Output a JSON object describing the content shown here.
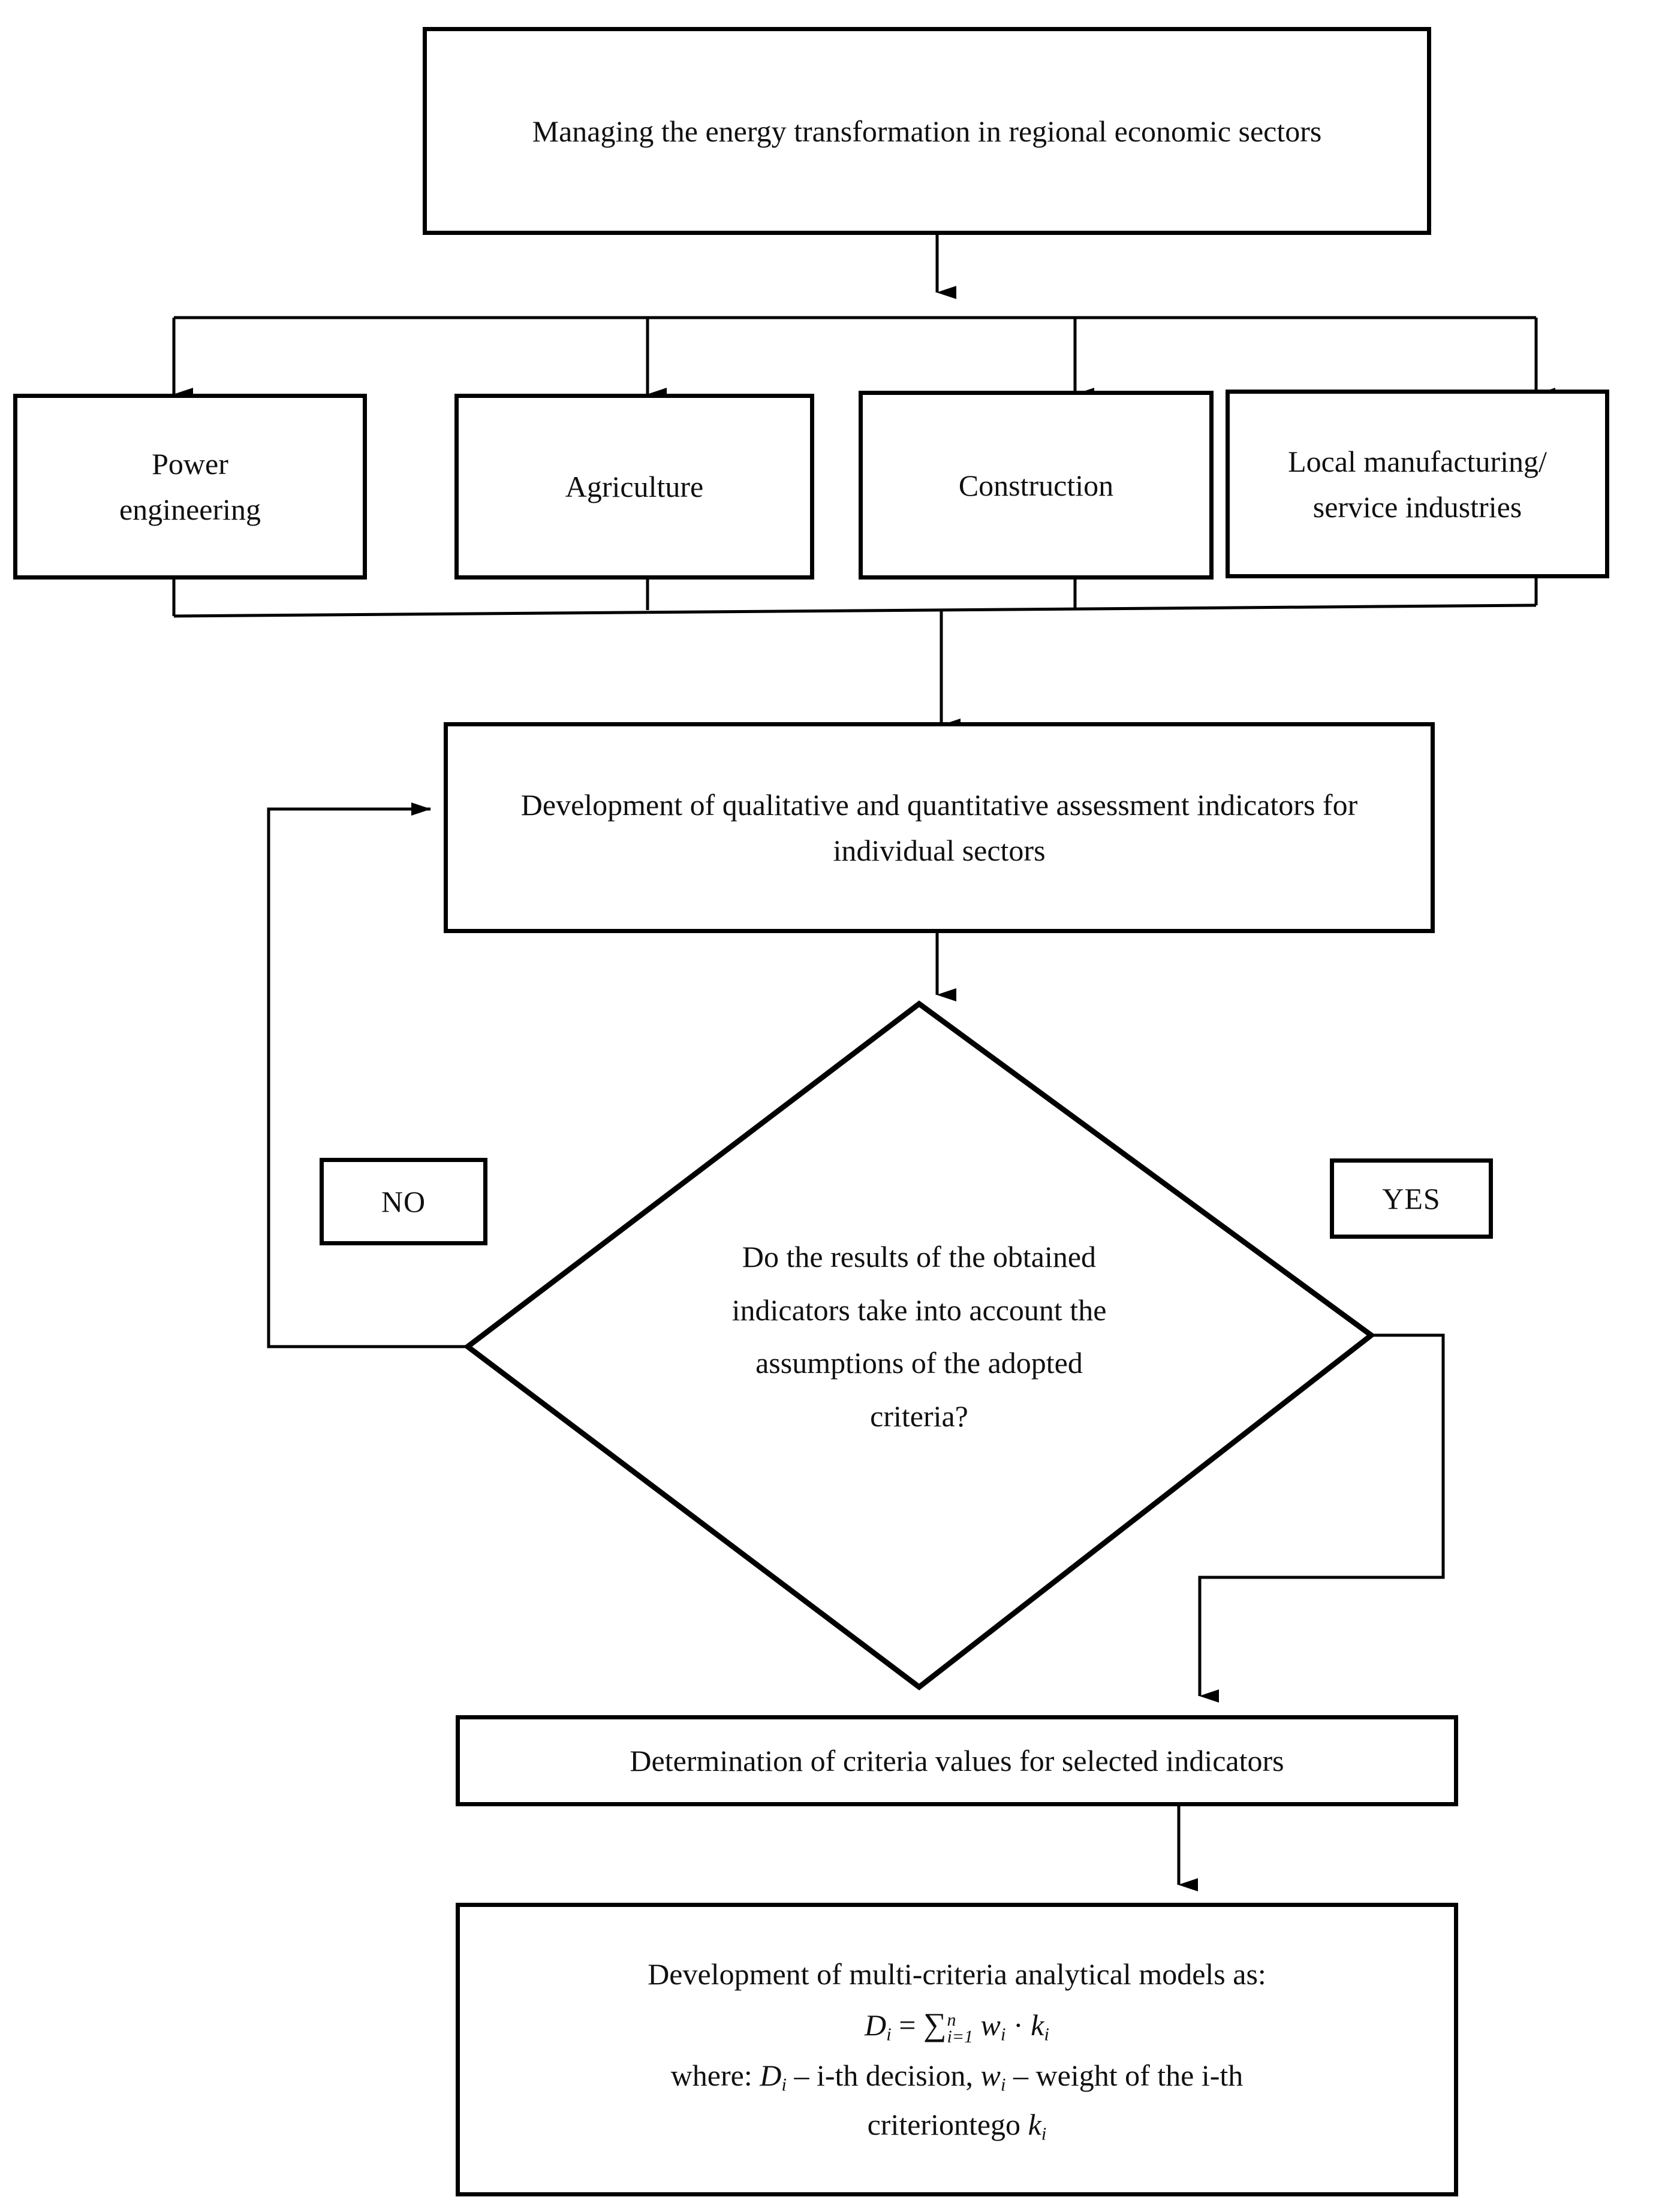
{
  "diagram": {
    "type": "flowchart",
    "title_node": {
      "id": "root",
      "text": "Managing the energy transformation in regional economic sectors"
    },
    "sector_nodes": [
      {
        "id": "power",
        "text": "Power\nengineering"
      },
      {
        "id": "agriculture",
        "text": "Agriculture"
      },
      {
        "id": "construction",
        "text": "Construction"
      },
      {
        "id": "manufacturing",
        "text": "Local manufacturing/\nservice industries"
      }
    ],
    "process_nodes": [
      {
        "id": "development-indicators",
        "text": "Development of qualitative and quantitative assessment indicators for individual sectors"
      },
      {
        "id": "determination-criteria",
        "text": "Determination of criteria values for selected indicators"
      }
    ],
    "decision_node": {
      "id": "criteria-check",
      "text": "Do the results of the obtained indicators take into account the assumptions of the adopted criteria?"
    },
    "decision_labels": {
      "no": "NO",
      "yes": "YES"
    },
    "model_node": {
      "id": "multi-criteria-models",
      "heading": "Development of multi-criteria analytical models as:",
      "formula": {
        "lhs": "D",
        "lhs_sub": "i",
        "equals": "=",
        "sigma": "∑",
        "sigma_upper": "n",
        "sigma_lower": "i=1",
        "term1": "w",
        "term1_sub": "i",
        "operator": "·",
        "term2": "k",
        "term2_sub": "i",
        "plain": "D_i = ∑_{i=1}^{n} w_i · k_i"
      },
      "where_prefix": "where: ",
      "where_d": "D",
      "where_d_sub": "i",
      "where_mid1": " – i-th decision, ",
      "where_w": "w",
      "where_w_sub": "i",
      "where_mid2": " – weight of the i-th",
      "where_last_prefix": "criteriontego ",
      "where_k": "k",
      "where_k_sub": "i",
      "where_plain": "where: D_i – i-th decision, w_i – weight of the i-th criteriontego k_i"
    },
    "colors": {
      "stroke": "#000000",
      "text": "#101010",
      "background": "#ffffff"
    }
  }
}
